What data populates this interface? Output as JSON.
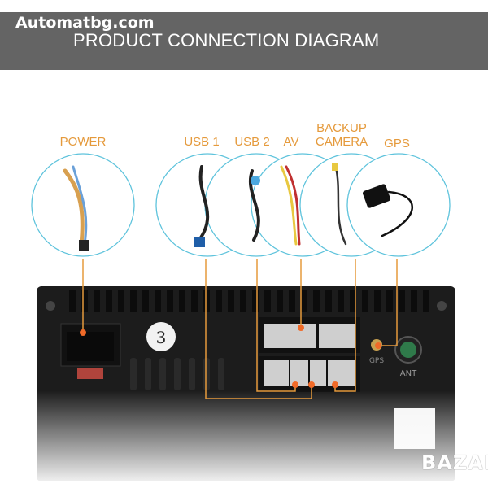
{
  "header": {
    "site": "Automatbg.com",
    "title": "PRODUCT CONNECTION DIAGRAM"
  },
  "labels": {
    "power": "POWER",
    "usb1": "USB 1",
    "usb2": "USB 2",
    "av": "AV",
    "backup_camera_line1": "BACKUP",
    "backup_camera_line2": "CAMERA",
    "gps": "GPS"
  },
  "device": {
    "panel_number": "3",
    "gps_port": "GPS",
    "ant_port": "ANT"
  },
  "watermark": "BAZAR",
  "colors": {
    "accent": "#e59a3c",
    "banner": "#646464",
    "circle": "#5ec3dc",
    "device": "#1c1c1c",
    "dot": "#f06a28"
  }
}
